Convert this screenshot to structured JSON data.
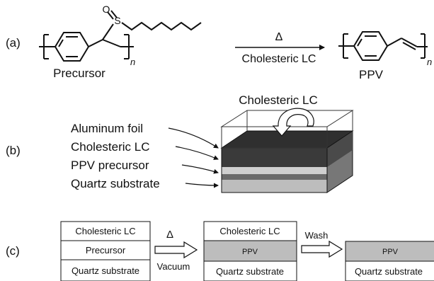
{
  "panel_a": {
    "label": "(a)",
    "precursor_label": "Precursor",
    "n_subscript": "n",
    "atom_s": "S",
    "atom_o": "O",
    "arrow_top": "Δ",
    "arrow_bottom": "Cholesteric LC",
    "product_label": "PPV",
    "product_subscript": "n"
  },
  "panel_b": {
    "label": "(b)",
    "top_label": "Cholesteric LC",
    "layers": [
      "Aluminum foil",
      "Cholesteric LC",
      "PPV precursor",
      "Quartz substrate"
    ]
  },
  "panel_c": {
    "label": "(c)",
    "stack1": {
      "top": "Cholesteric LC",
      "middle": "Precursor",
      "bottom": "Quartz substrate"
    },
    "arrow1_top": "Δ",
    "arrow1_bottom": "Vacuum",
    "stack2": {
      "top": "Cholesteric LC",
      "middle": "PPV",
      "bottom": "Quartz substrate"
    },
    "arrow2_top": "Wash",
    "stack3": {
      "middle": "PPV",
      "bottom": "Quartz substrate"
    }
  },
  "colors": {
    "ppv_fill": "#bdbdbd",
    "dark_layer": "#3a3a3a",
    "light_layer": "#c8c8c8",
    "line": "#111111"
  }
}
